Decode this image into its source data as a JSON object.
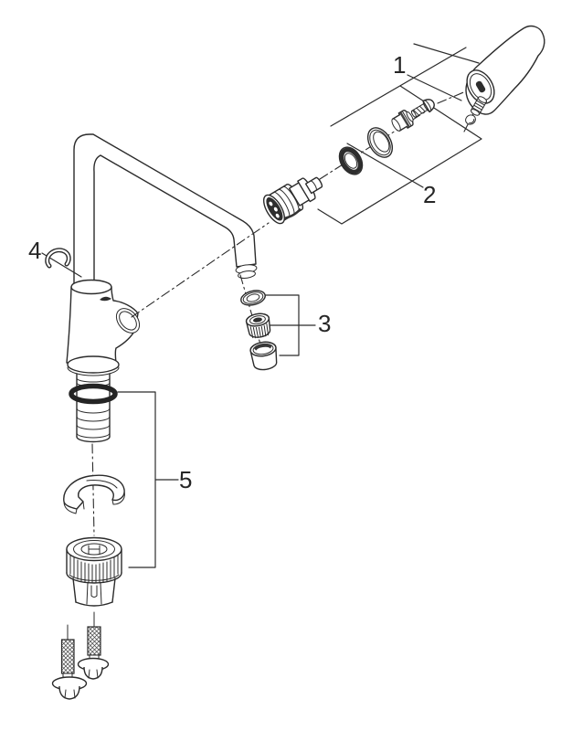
{
  "diagram": {
    "background": "#ffffff",
    "line_color": "#2b2b2b",
    "callouts": [
      {
        "label": "1"
      },
      {
        "label": "2"
      },
      {
        "label": "3"
      },
      {
        "label": "4"
      },
      {
        "label": "5"
      }
    ]
  }
}
